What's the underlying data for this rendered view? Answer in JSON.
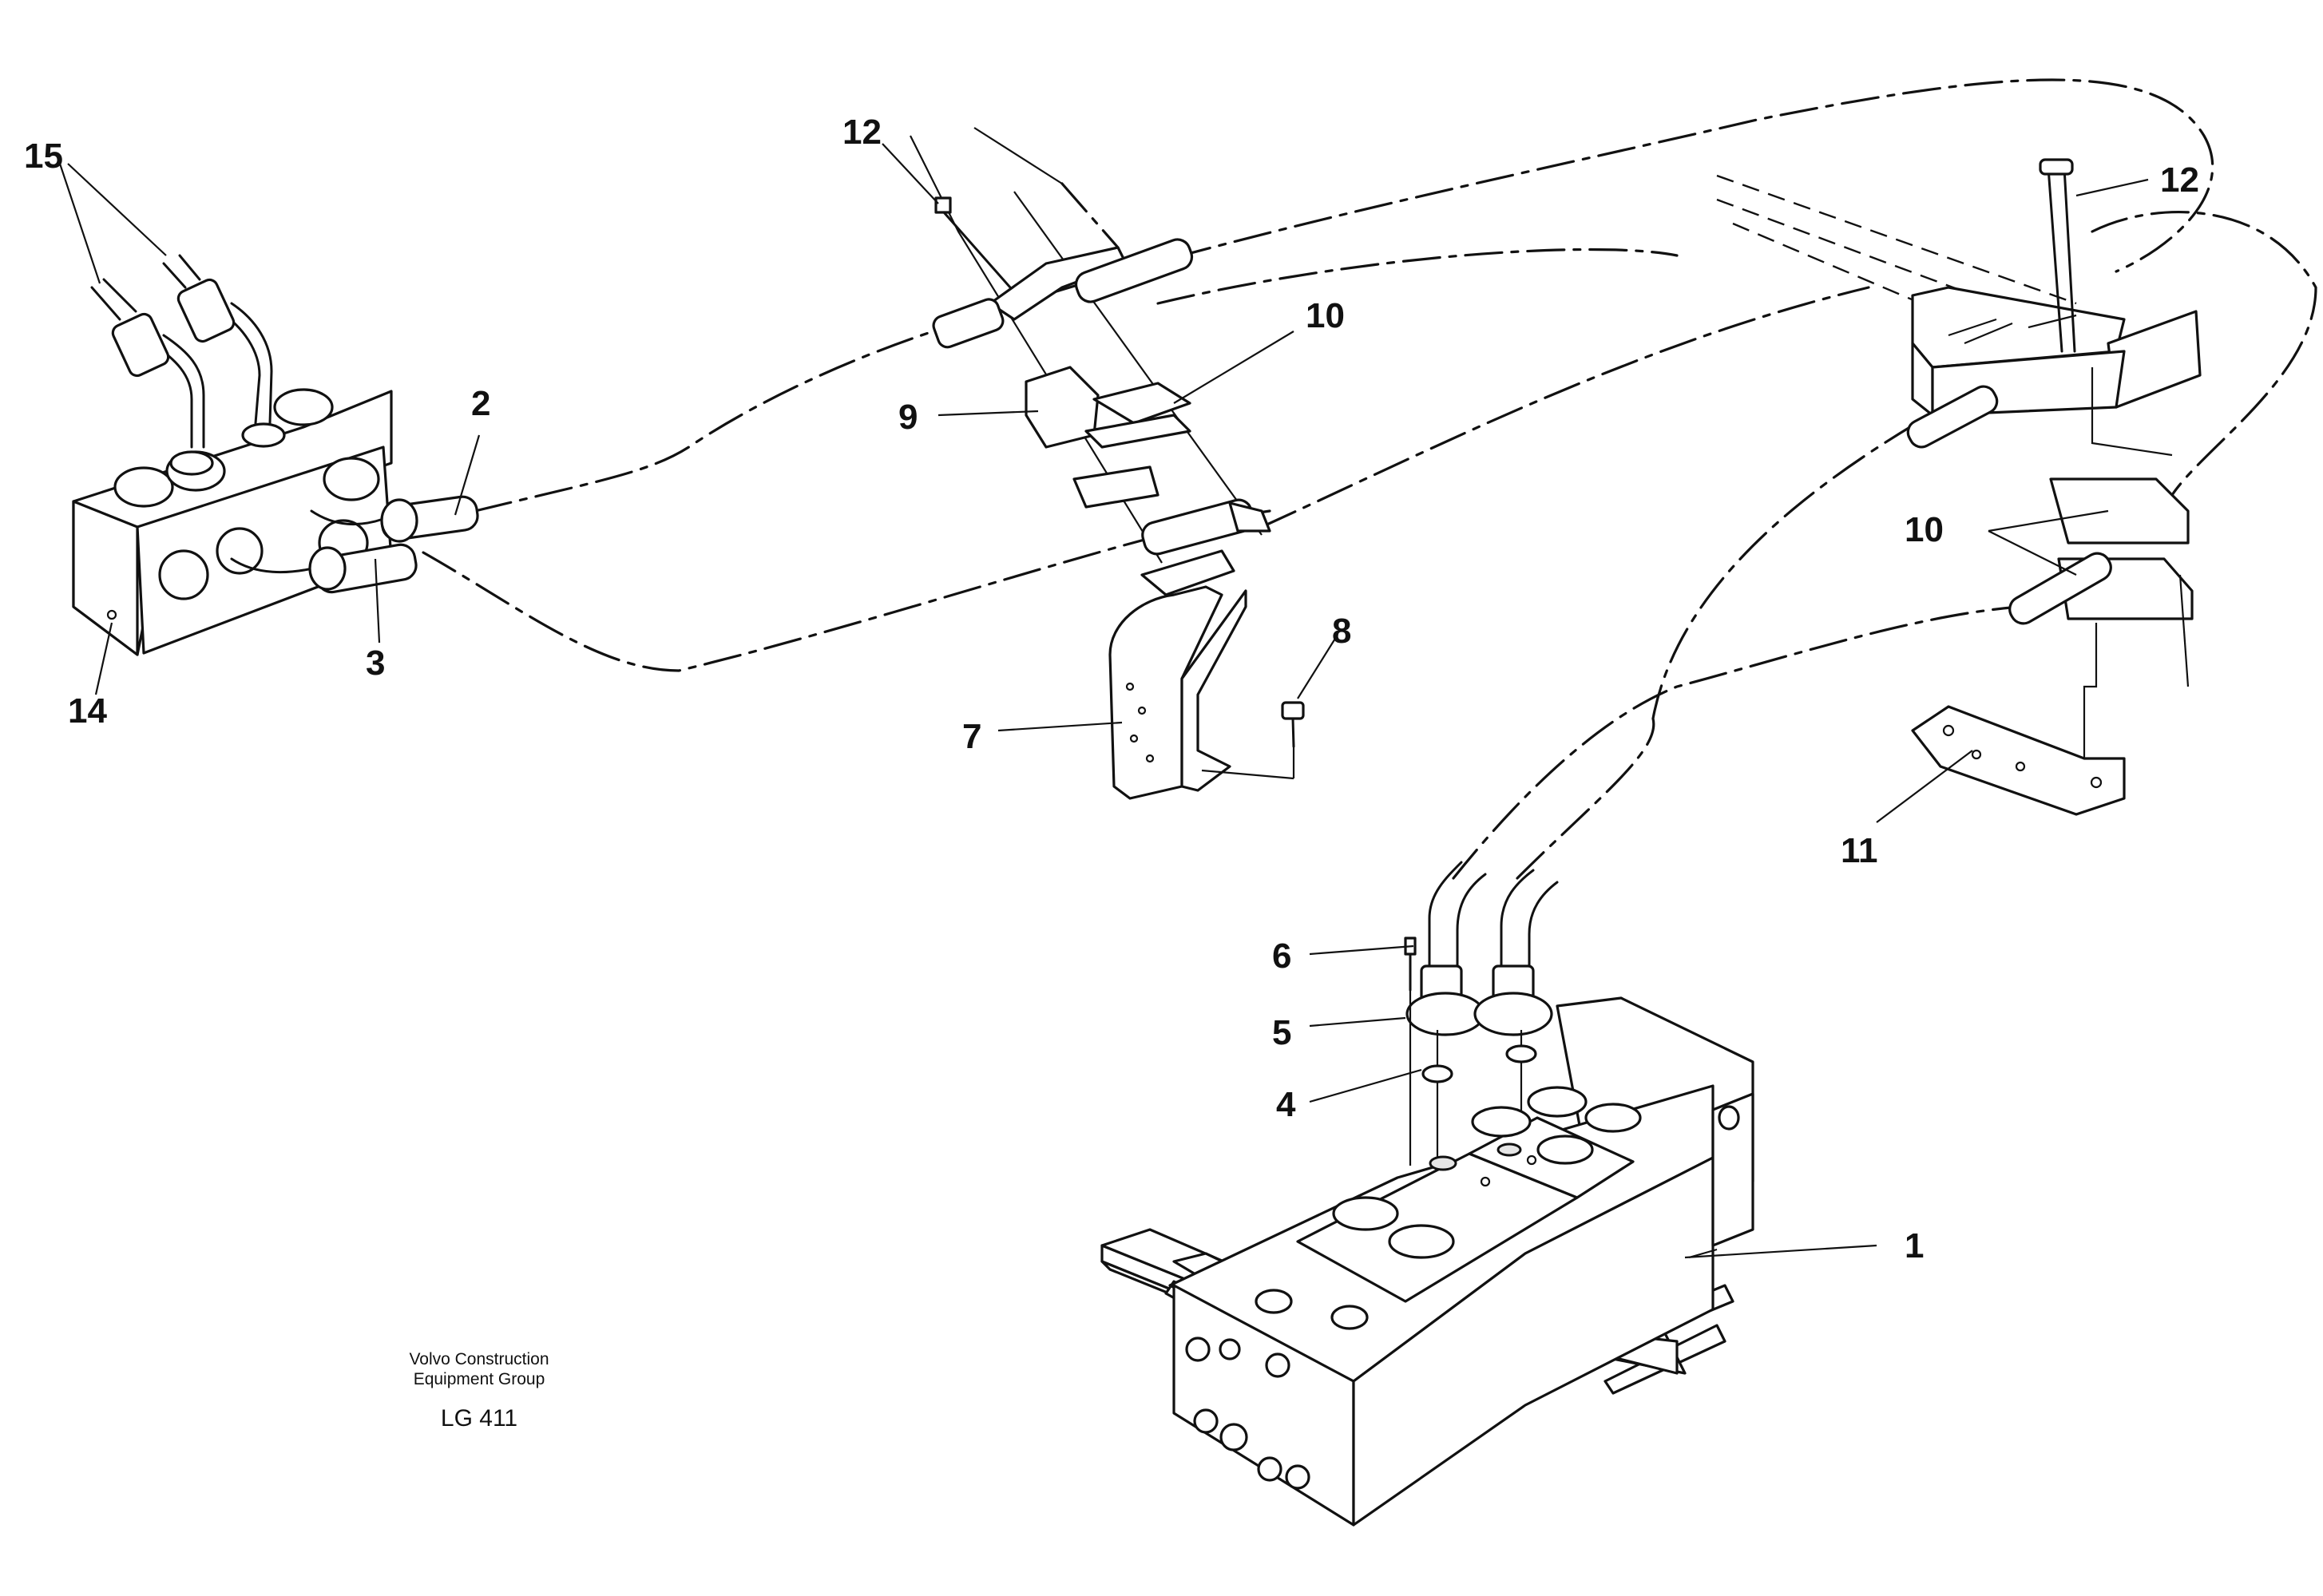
{
  "callouts": {
    "c1": "1",
    "c2": "2",
    "c3": "3",
    "c4": "4",
    "c5": "5",
    "c6": "6",
    "c7": "7",
    "c8": "8",
    "c9": "9",
    "c10a": "10",
    "c10b": "10",
    "c11": "11",
    "c12a": "12",
    "c12b": "12",
    "c14": "14",
    "c15": "15"
  },
  "caption": {
    "company_line1": "Volvo Construction",
    "company_line2": "Equipment Group",
    "code": "LG 411"
  }
}
